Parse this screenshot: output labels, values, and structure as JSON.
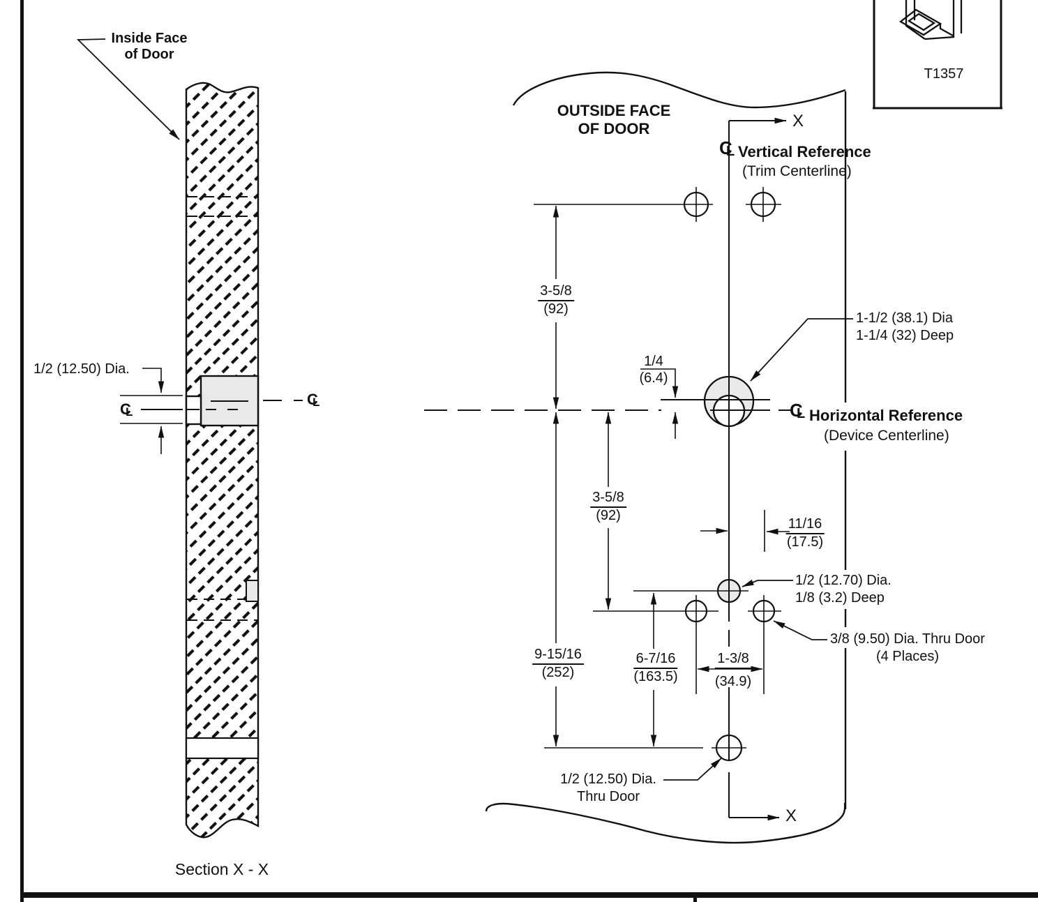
{
  "colors": {
    "ink": "#111111",
    "hole_fill": "#e9e9e9",
    "paper": "#ffffff"
  },
  "symbols": {
    "centerline_c": "C",
    "centerline_l": "L"
  },
  "template_box": {
    "code": "T1357"
  },
  "section_view": {
    "leader_label_line1": "Inside Face",
    "leader_label_line2": "of Door",
    "hole_callout": "1/2 (12.50) Dia.",
    "title": "Section X - X"
  },
  "elevation_view": {
    "header_line1": "OUTSIDE FACE",
    "header_line2": "OF DOOR",
    "section_marker_top": "X",
    "section_marker_bottom": "X",
    "vertical_reference": {
      "title": "Vertical Reference",
      "subtitle": "(Trim Centerline)"
    },
    "horizontal_reference": {
      "title": "Horizontal Reference",
      "subtitle": "(Device Centerline)"
    },
    "dimensions": {
      "top_to_centerline": {
        "fraction": "3-5/8",
        "metric": "(92)"
      },
      "centerline_to_lower": {
        "fraction": "3-5/8",
        "metric": "(92)"
      },
      "centerline_to_bottom": {
        "fraction": "9-15/16",
        "metric": "(252)"
      },
      "lower_to_bottom": {
        "fraction": "6-7/16",
        "metric": "(163.5)"
      },
      "offset": {
        "fraction": "1/4",
        "metric": "(6.4)"
      },
      "half_spacing": {
        "fraction": "11/16",
        "metric": "(17.5)"
      },
      "hole_spacing": {
        "fraction": "1-3/8",
        "metric": "(34.9)"
      }
    },
    "callouts": {
      "cylinder_hole_line1": "1-1/2 (38.1) Dia",
      "cylinder_hole_line2": "1-1/4 (32) Deep",
      "recess_hole_line1": "1/2 (12.70) Dia.",
      "recess_hole_line2": "1/8 (3.2) Deep",
      "mount_holes_line1": "3/8 (9.50) Dia. Thru Door",
      "mount_holes_line2": "(4 Places)",
      "bottom_hole_line1": "1/2 (12.50) Dia.",
      "bottom_hole_line2": "Thru Door"
    }
  }
}
